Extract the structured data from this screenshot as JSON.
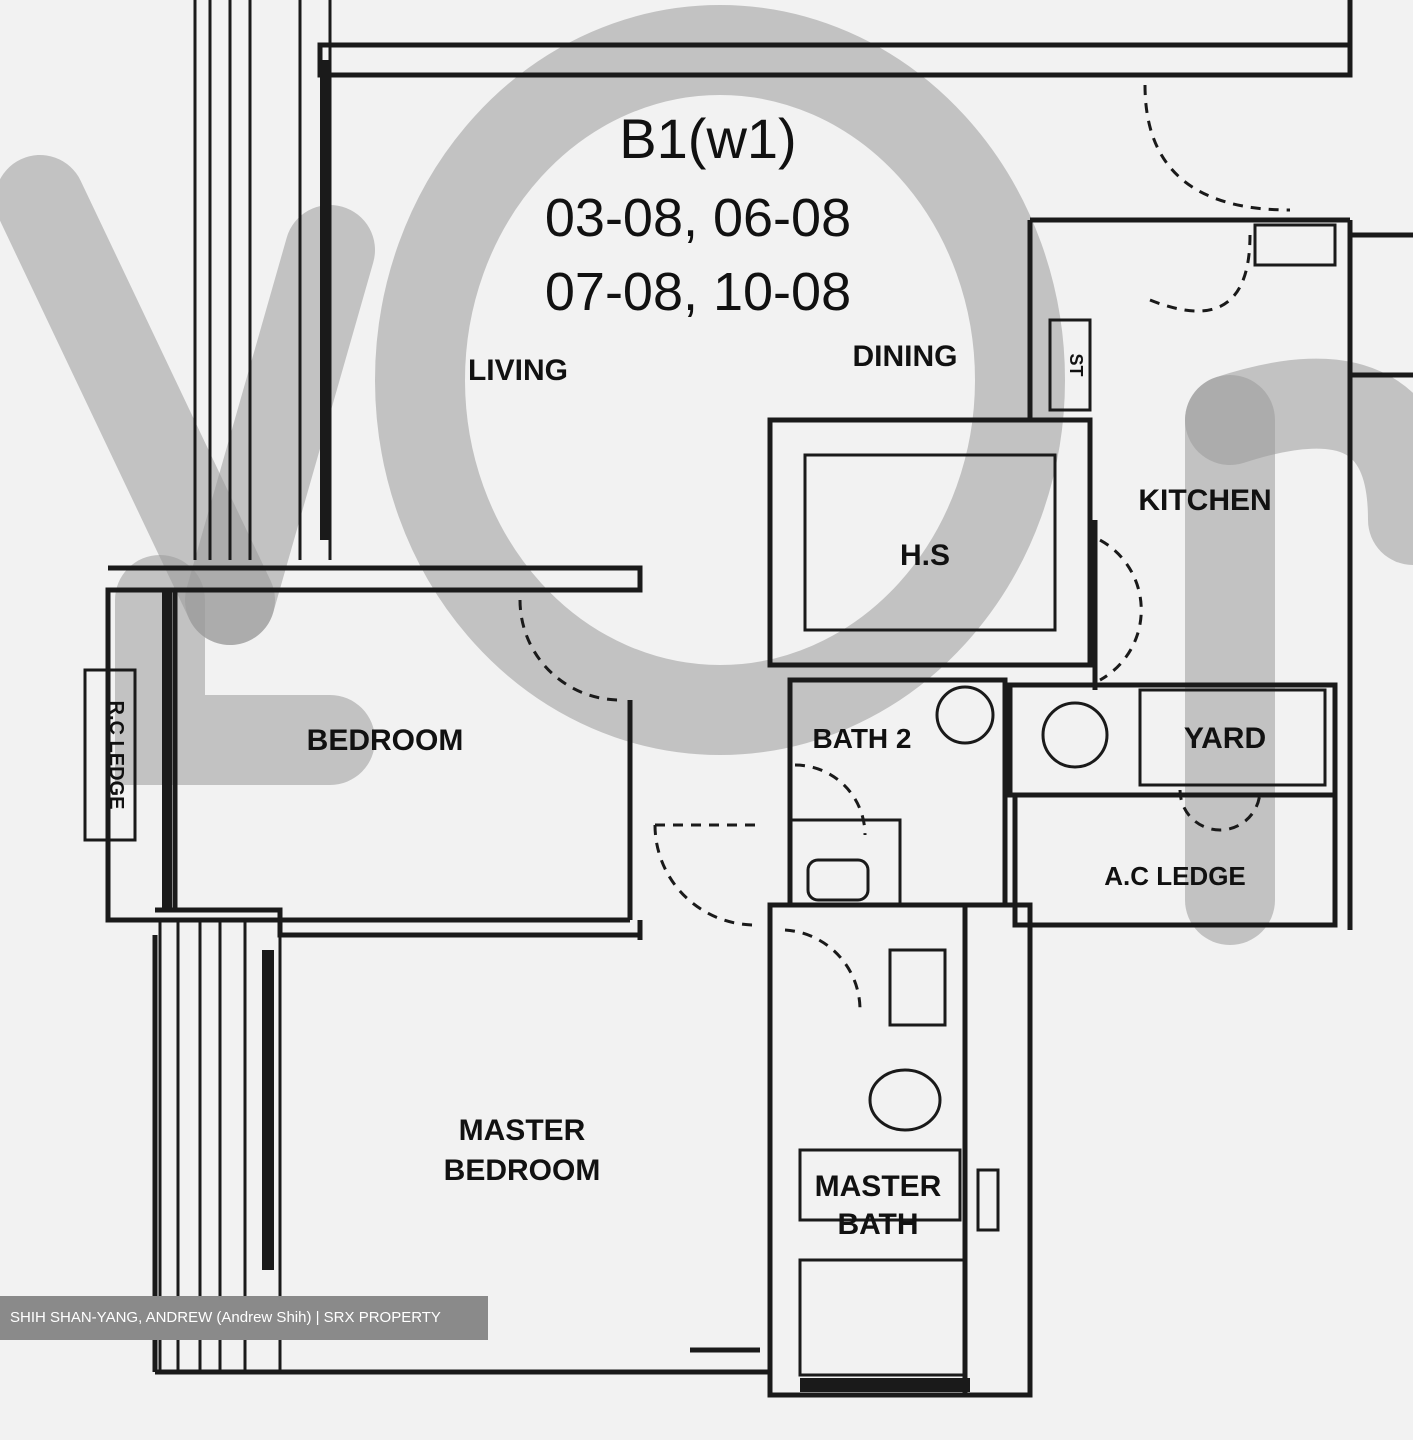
{
  "plan": {
    "unit_type": "B1(w1)",
    "units_line1": "03-08, 06-08",
    "units_line2": "07-08, 10-08",
    "rooms": {
      "living": "LIVING",
      "dining": "DINING",
      "kitchen": "KITCHEN",
      "hs": "H.S",
      "st": "ST",
      "bedroom": "BEDROOM",
      "bath2": "BATH 2",
      "yard": "YARD",
      "ac_ledge": "A.C LEDGE",
      "rc_ledge": "R.C LEDGE",
      "master_bedroom_1": "MASTER",
      "master_bedroom_2": "BEDROOM",
      "master_bath_1": "MASTER",
      "master_bath_2": "BATH"
    }
  },
  "credit": "SHIH SHAN-YANG, ANDREW (Andrew Shih) | SRX PROPERTY",
  "colors": {
    "line": "#1a1a1a",
    "paper": "#f2f2f2",
    "watermark": "#9a9a9a",
    "banner": "#8a8a8a"
  }
}
